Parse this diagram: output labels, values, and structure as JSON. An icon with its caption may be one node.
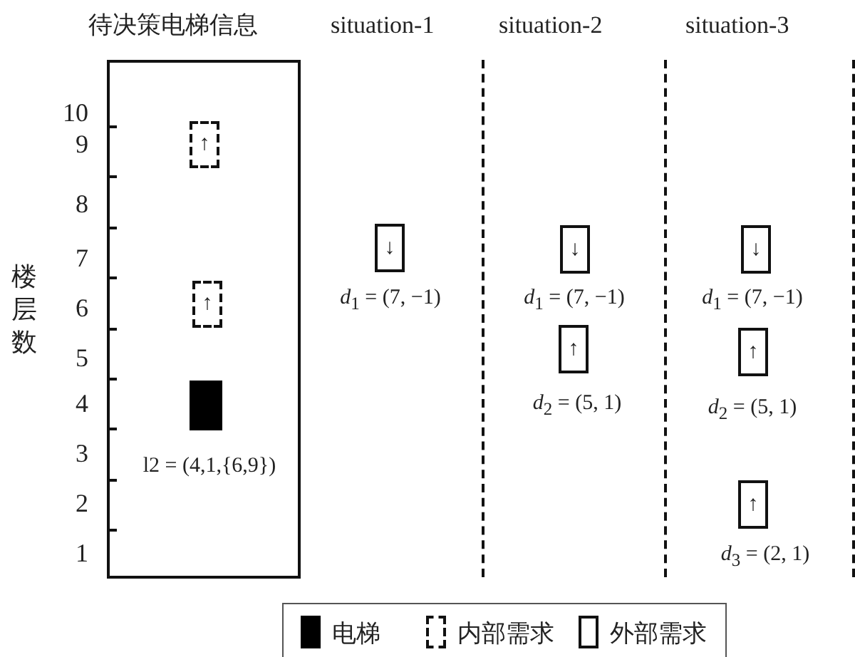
{
  "diagram": {
    "nodes": [
      {
        "text": [],
        "shape": "box"
      },
      {
        "text": [
          "↑"
        ],
        "in": 0
      },
      {
        "text": [
          "↑"
        ],
        "in": 0
      },
      {
        "text": [],
        "shape": "box",
        "in": 0,
        "beside": [
          "l2 = (4,1,{6,9})"
        ]
      },
      {
        "text": [
          "↓"
        ],
        "beside": [
          "*d*$_{1}$ = (7, −1)"
        ]
      },
      {
        "text": [
          "↓"
        ],
        "beside": [
          "*d*$_{1}$ = (7, −1)"
        ]
      },
      {
        "text": [
          "↑"
        ],
        "beside": [
          "*d*$_{2}$ = (5, 1)"
        ]
      },
      {
        "text": [
          "↓"
        ],
        "beside": [
          "*d*$_{1}$ = (7, −1)"
        ]
      },
      {
        "text": [
          "↑"
        ],
        "beside": [
          "*d*$_{2}$ = (5, 1)"
        ]
      },
      {
        "text": [
          "↑"
        ],
        "beside": [
          "*d*$_{3}$ = (2, 1)"
        ]
      }
    ],
    "labels": [
      "待决策电梯信息",
      "situation-1",
      "situation-2",
      "situation-3",
      "10",
      "9",
      "8",
      "7",
      "6",
      "5",
      "4",
      "3",
      "2",
      "1",
      "楼层数"
    ],
    "legend": [
      {
        "text": "电梯",
        "color": "#000000"
      },
      {
        "text": "内部需求"
      },
      {
        "text": "外部需求"
      }
    ]
  }
}
